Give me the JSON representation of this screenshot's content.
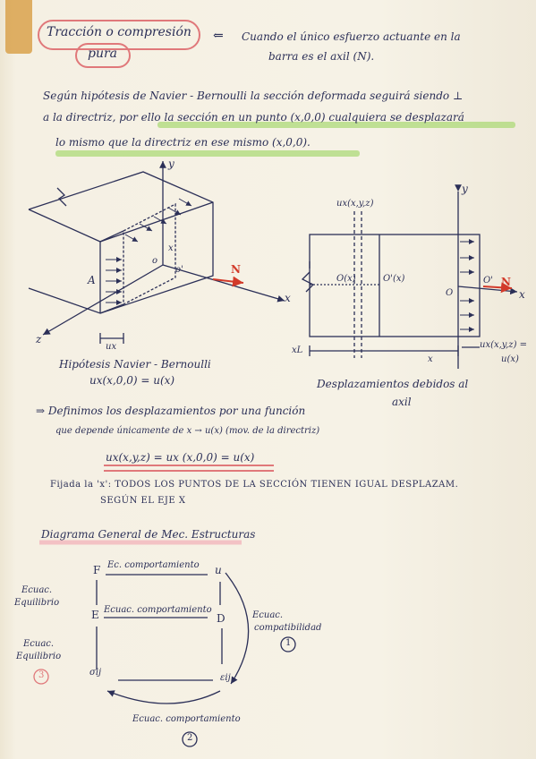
{
  "header": {
    "title_line1": "Tracción o compresión",
    "title_line2": "pura",
    "definition_line1": "Cuando el único esfuerzo actuante en la",
    "definition_line2": "barra es el axil (N)."
  },
  "hypothesis": {
    "line1": "Según hipótesis de Navier - Bernoulli la sección deformada seguirá siendo ⊥",
    "line2": "a la directriz, por ello la sección en un punto (x,0,0) cualquiera se desplazará",
    "line3": "lo mismo que la directriz en ese mismo (x,0,0)."
  },
  "fig_left": {
    "axis_y": "y",
    "axis_z": "z",
    "axis_x": "x",
    "force": "N",
    "point_A": "A",
    "point_o": "o",
    "point_o_prime": "o'",
    "point_x": "x",
    "label_ux": "ux",
    "caption_line1": "Hipótesis Navier - Bernoulli",
    "caption_line2": "ux(x,0,0) = u(x)"
  },
  "fig_right": {
    "axis_y": "y",
    "top_label": "ux(x,y,z)",
    "point_Ox": "O(x)",
    "point_Oprime_x": "O'(x)",
    "point_O": "O",
    "point_Oprime": "O'",
    "force": "N",
    "axis_x": "x",
    "label_xL": "xL",
    "label_x": "x",
    "right_label1": "ux(x,y,z) =",
    "right_label2": "u(x)",
    "caption_line1": "Desplazamientos debidos al",
    "caption_line2": "axil"
  },
  "definitions": {
    "line1": "⇒ Definimos los desplazamientos por una función",
    "line2": "que depende únicamente de x → u(x) (mov. de la directriz)",
    "equation": "ux(x,y,z) = ux (x,0,0) = u(x)",
    "note_line1": "Fijada la 'x': TODOS LOS PUNTOS DE LA SECCIÓN TIENEN IGUAL DESPLAZAM.",
    "note_line2": "SEGÚN EL EJE X"
  },
  "diagram": {
    "title": "Diagrama General de Mec. Estructuras",
    "node_F": "F",
    "node_u": "u",
    "node_E": "E",
    "node_D": "D",
    "node_sij": "σij",
    "node_eij": "εij",
    "ec_comp_top": "Ec. comportamiento",
    "ec_comp_mid": "Ecuac. comportamiento",
    "ec_comp_bottom": "Ecuac. comportamiento",
    "left_eq1_line1": "Ecuac.",
    "left_eq1_line2": "Equilibrio",
    "left_eq2_line1": "Ecuac.",
    "left_eq2_line2": "Equilibrio",
    "right_compat_line1": "Ecuac.",
    "right_compat_line2": "compatibilidad",
    "circle_1": "1",
    "circle_2": "2",
    "circle_3": "3"
  },
  "colors": {
    "ink": "#2b2f57",
    "highlight_pink": "#e0787a",
    "highlight_green": "#a8d870",
    "force_red": "#d23a2a"
  }
}
